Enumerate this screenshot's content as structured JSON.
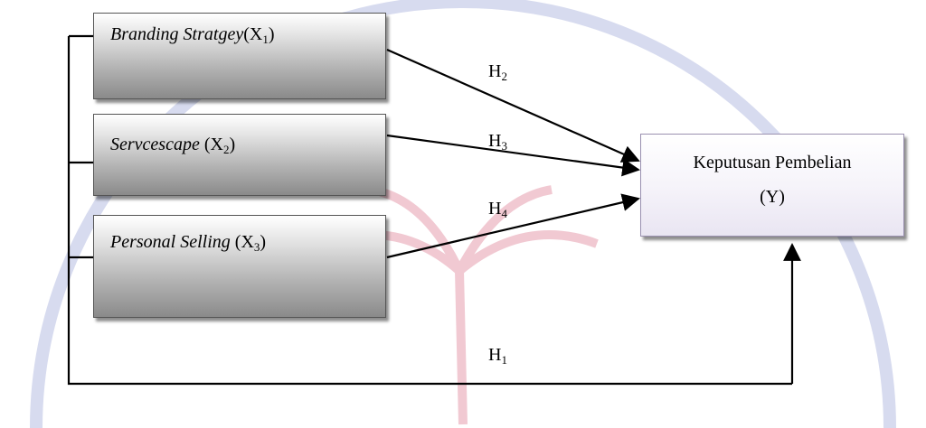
{
  "variables": [
    {
      "name": "Branding Stratgey",
      "code": "X",
      "sub": "1"
    },
    {
      "name": "Servcescape",
      "code": "X",
      "sub": "2"
    },
    {
      "name": "Personal Selling",
      "code": "X",
      "sub": "3"
    }
  ],
  "dependent": {
    "line1": "Keputusan Pembelian",
    "line2": "(Y)"
  },
  "hypotheses": [
    {
      "letter": "H",
      "sub": "1"
    },
    {
      "letter": "H",
      "sub": "2"
    },
    {
      "letter": "H",
      "sub": "3"
    },
    {
      "letter": "H",
      "sub": "4"
    }
  ]
}
